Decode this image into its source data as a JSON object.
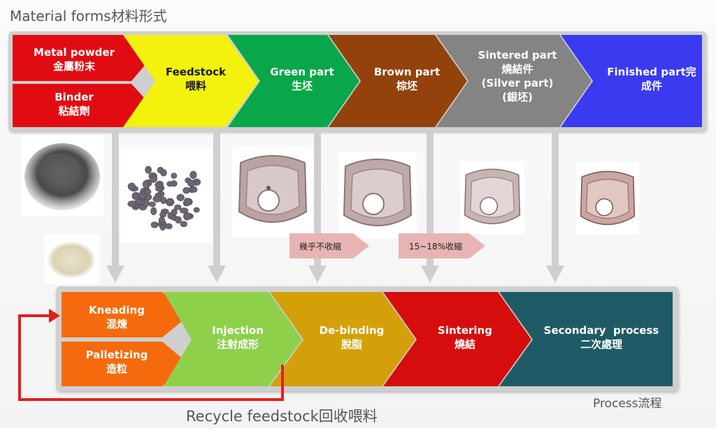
{
  "material_title": "Material forms材料形式",
  "process_title": "Process流程",
  "recycle_label": "Recycle feedstock回收喂料",
  "material_stages": [
    {
      "lines": [
        "Metal powder",
        "金屬粉末"
      ],
      "color": "#e10c12"
    },
    {
      "lines": [
        "Binder",
        "粘結劑"
      ],
      "color": "#e10c12"
    },
    {
      "lines": [
        "Feedstock",
        "喂料"
      ],
      "color": "#f2f20e"
    },
    {
      "lines": [
        "Green part",
        "生坯"
      ],
      "color": "#0aa64a"
    },
    {
      "lines": [
        "Brown part",
        "棕坯"
      ],
      "color": "#93420c"
    },
    {
      "lines": [
        "Sintered part",
        "燒結件",
        "(Silver part)",
        "(銀坯)"
      ],
      "color": "#848484"
    },
    {
      "lines": [
        "Finished part完",
        "成件"
      ],
      "color": "#3a3af0"
    }
  ],
  "process_stages": [
    {
      "lines": [
        "Kneading",
        "混煉"
      ],
      "color": "#f56a0c"
    },
    {
      "lines": [
        "Palletizing",
        "造粒"
      ],
      "color": "#f56a0c"
    },
    {
      "lines": [
        "Injection",
        "注射成形"
      ],
      "color": "#8ed04a"
    },
    {
      "lines": [
        "De-binding",
        "脫脂"
      ],
      "color": "#d4a00a"
    },
    {
      "lines": [
        "Sintering",
        "燒結"
      ],
      "color": "#d50d0d"
    },
    {
      "lines": [
        "Secondary  process",
        "二次處理"
      ],
      "color": "#1f5b66"
    }
  ],
  "shrink_notes": [
    "幾乎不收縮",
    "15~18%收縮"
  ],
  "images": [
    "metal-powder",
    "binder-powder",
    "feedstock-pellets",
    "green-part",
    "brown-part",
    "sintered-part",
    "finished-part"
  ]
}
